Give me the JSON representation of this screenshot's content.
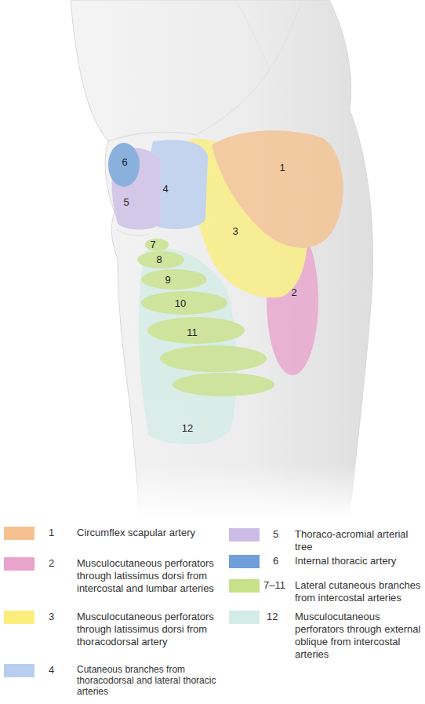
{
  "diagram": {
    "labels": [
      "1",
      "2",
      "3",
      "4",
      "5",
      "6",
      "7",
      "8",
      "9",
      "10",
      "11",
      "12",
      "1",
      "2",
      "3",
      "4",
      "5",
      "6",
      "7–11",
      "12"
    ],
    "legend": [
      {
        "text": "Circumflex scapular artery",
        "color": "#f5c28f"
      },
      {
        "text": "Musculocutaneous perforators through latissimus dorsi from intercostal and lumbar arteries",
        "color": "#e9a3cd"
      },
      {
        "text": "Musculocutaneous perforators through latissimus dorsi from thoracodorsal artery",
        "color": "#fbee7c"
      },
      {
        "text": "Cutaneous branches from thoracodorsal and lateral thoracic arteries",
        "color": "#b8cdef"
      },
      {
        "text": "Thoraco-acromial arterial tree",
        "color": "#cbbde6"
      },
      {
        "text": "Internal thoracic artery",
        "color": "#6e9fd9"
      },
      {
        "text": "Lateral cutaneous branches from intercostal arteries",
        "color": "#c6e187"
      },
      {
        "text": "Musculocutaneous perforators through external oblique from intercostal arteries",
        "color": "#d3ece7"
      }
    ]
  }
}
